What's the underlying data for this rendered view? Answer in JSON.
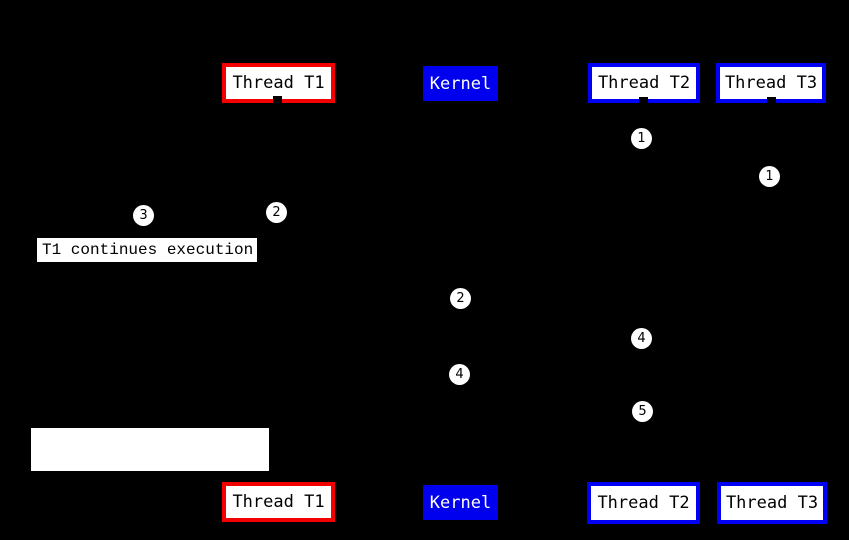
{
  "colors": {
    "background": "#000000",
    "thread_t1_border": "#f40000",
    "thread_t2_t3_border": "#0000f4",
    "kernel_fill": "#0000ee",
    "box_fill": "#ffffff",
    "box_text": "#000000",
    "kernel_text": "#ffffff"
  },
  "top_row": {
    "thread_t1": "Thread T1",
    "kernel": "Kernel",
    "thread_t2": "Thread T2",
    "thread_t3": "Thread T3"
  },
  "bottom_row": {
    "thread_t1": "Thread T1",
    "kernel": "Kernel",
    "thread_t2": "Thread T2",
    "thread_t3": "Thread T3"
  },
  "annotation": {
    "text": "T1 continues execution"
  },
  "markers": {
    "step1_thread_t2": "1",
    "step1_thread_t3": "1",
    "step2_thread_t1": "2",
    "step3_left": "3",
    "step2_kernel": "2",
    "step4_thread_t2": "4",
    "step4_kernel": "4",
    "step5_thread_t2": "5"
  }
}
